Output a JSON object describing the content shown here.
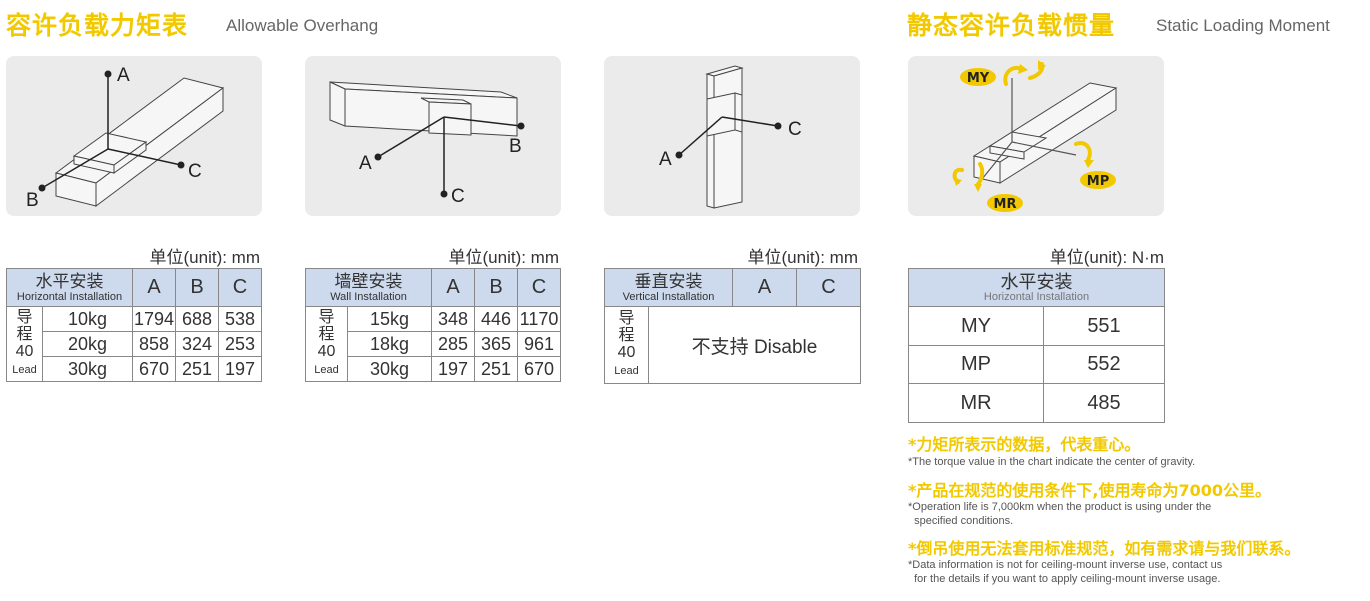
{
  "left_title": {
    "cn": "容许负载力矩表",
    "en": "Allowable Overhang"
  },
  "right_title": {
    "cn": "静态容许负载惯量",
    "en": "Static Loading Moment"
  },
  "diagram_labels": {
    "a": "A",
    "b": "B",
    "c": "C",
    "my": "MY",
    "mp": "MP",
    "mr": "MR"
  },
  "unit_mm": "单位(unit): mm",
  "unit_nm": "单位(unit): N·m",
  "lead": {
    "c1": "导",
    "c2": "程",
    "num": "40",
    "en": "Lead"
  },
  "horizontal": {
    "cn": "水平安装",
    "en": "Horizontal Installation",
    "cols": [
      "A",
      "B",
      "C"
    ],
    "rows": [
      {
        "load": "10kg",
        "a": "1794",
        "b": "688",
        "c": "538"
      },
      {
        "load": "20kg",
        "a": "858",
        "b": "324",
        "c": "253"
      },
      {
        "load": "30kg",
        "a": "670",
        "b": "251",
        "c": "197"
      }
    ]
  },
  "wall": {
    "cn": "墙壁安装",
    "en": "Wall Installation",
    "cols": [
      "A",
      "B",
      "C"
    ],
    "rows": [
      {
        "load": "15kg",
        "a": "348",
        "b": "446",
        "c": "1170"
      },
      {
        "load": "18kg",
        "a": "285",
        "b": "365",
        "c": "961"
      },
      {
        "load": "30kg",
        "a": "197",
        "b": "251",
        "c": "670"
      }
    ]
  },
  "vertical": {
    "cn": "垂直安装",
    "en": "Vertical Installation",
    "cols": [
      "A",
      "C"
    ],
    "disable": "不支持 Disable"
  },
  "moment": {
    "cn": "水平安装",
    "en": "Horizontal Installation",
    "rows": [
      {
        "name": "MY",
        "value": "551"
      },
      {
        "name": "MP",
        "value": "552"
      },
      {
        "name": "MR",
        "value": "485"
      }
    ]
  },
  "notes": [
    {
      "cn": "*力矩所表示的数据，代表重心。",
      "en1": "The torque value in the chart indicate the center of gravity.",
      "en2": ""
    },
    {
      "cn": "*产品在规范的使用条件下,使用寿命为7000公里。",
      "en1": "Operation life is 7,000km when the product is using under the",
      "en2": "specified conditions."
    },
    {
      "cn": "*倒吊使用无法套用标准规范，如有需求请与我们联系。",
      "en1": "Data information is not for ceiling-mount inverse use, contact us",
      "en2": "for the details if you want to apply ceiling-mount inverse usage."
    }
  ],
  "colors": {
    "accent": "#f2c900",
    "header_bg": "#cdd9ec",
    "panel_bg": "#ebebeb"
  }
}
